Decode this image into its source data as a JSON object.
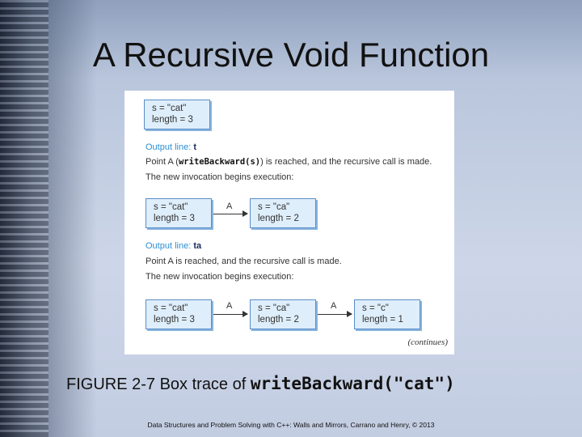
{
  "slide": {
    "title": "A Recursive Void Function",
    "caption_text": "FIGURE 2-7 Box trace of ",
    "caption_code": "writeBackward(\"cat\")",
    "footer": "Data Structures and Problem Solving with C++: Walls and Mirrors, Carrano and Henry, © 2013"
  },
  "figure": {
    "top_box": {
      "s": "s = \"cat\"",
      "length": "length = 3"
    },
    "step1": {
      "output_label": "Output line: ",
      "output_value": "t",
      "point_prefix": "Point A (",
      "point_code": "writeBackward(s)",
      "point_suffix": ") is reached, and the recursive call is made.",
      "invocation": "The new invocation begins execution:",
      "boxes": [
        {
          "s": "s = \"cat\"",
          "length": "length = 3"
        },
        {
          "s": "s = \"ca\"",
          "length": "length = 2"
        }
      ],
      "arrow_label": "A"
    },
    "step2": {
      "output_label": "Output line: ",
      "output_value": "ta",
      "point_text": "Point A is reached, and the recursive call is made.",
      "invocation": "The new invocation begins execution:",
      "boxes": [
        {
          "s": "s = \"cat\"",
          "length": "length = 3"
        },
        {
          "s": "s = \"ca\"",
          "length": "length = 2"
        },
        {
          "s": "s = \"c\"",
          "length": "length = 1"
        }
      ],
      "arrow_labels": [
        "A",
        "A"
      ]
    },
    "continues": "(continues)"
  }
}
